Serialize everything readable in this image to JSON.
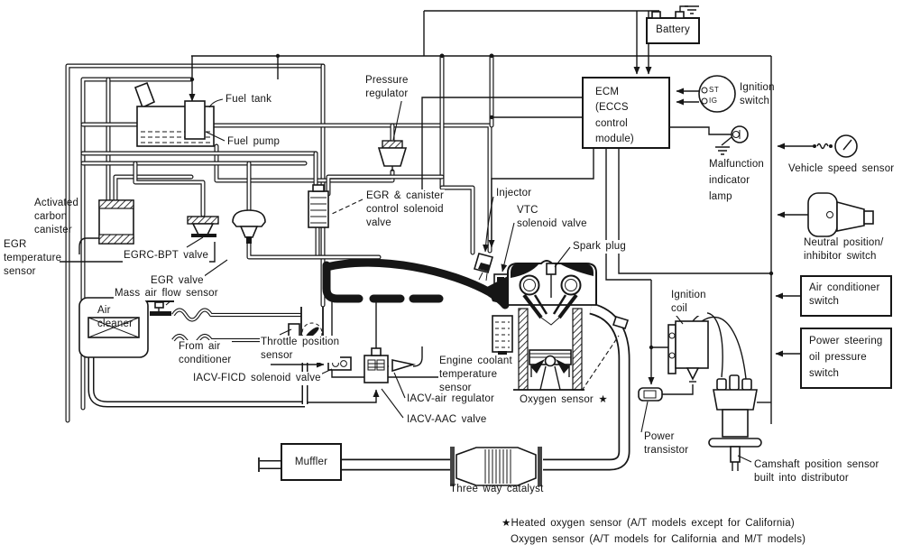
{
  "labels": {
    "fuel_tank": "Fuel tank",
    "fuel_pump": "Fuel pump",
    "pressure_regulator": "Pressure\nregulator",
    "egr_canister_solenoid": "EGR & canister\ncontrol solenoid\nvalve",
    "injector": "Injector",
    "vtc": "VTC\nsolenoid valve",
    "spark_plug": "Spark plug",
    "battery": "Battery",
    "ecm": "ECM\n(ECCS\ncontrol\nmodule)",
    "ignition_switch": "Ignition\nswitch",
    "ign_st": "ST",
    "ign_ig": "IG",
    "mil": "Malfunction\nindicator\nlamp",
    "vss": "Vehicle speed sensor",
    "neutral": "Neutral position/\ninhibitor switch",
    "ac_switch": "Air conditioner\nswitch",
    "ps_switch": "Power steering\noil pressure\nswitch",
    "canister": "Activated\ncarbon\ncanister",
    "egr_temp": "EGR\ntemperature\nsensor",
    "egrc_bpt": "EGRC-BPT valve",
    "egr_valve": "EGR valve",
    "maf": "Mass air flow sensor",
    "air_cleaner": "Air\ncleaner",
    "from_ac": "From air\nconditioner",
    "tps": "Throttle position\nsensor",
    "ficd": "IACV-FICD solenoid valve",
    "ect": "Engine coolant\ntemperature\nsensor",
    "iacv_air": "IACV-air regulator",
    "iacv_aac": "IACV-AAC valve",
    "o2": "Oxygen sensor ★",
    "ignition_coil": "Ignition\ncoil",
    "power_transistor": "Power\ntransistor",
    "muffler": "Muffler",
    "catalyst": "Three way catalyst",
    "camshaft": "Camshaft position sensor\nbuilt into distributor"
  },
  "footnote": {
    "line1": "★Heated oxygen sensor (A/T models except for California)",
    "line2": "Oxygen sensor (A/T models for California and M/T models)"
  },
  "colors": {
    "ink": "#161616",
    "background": "#ffffff"
  }
}
